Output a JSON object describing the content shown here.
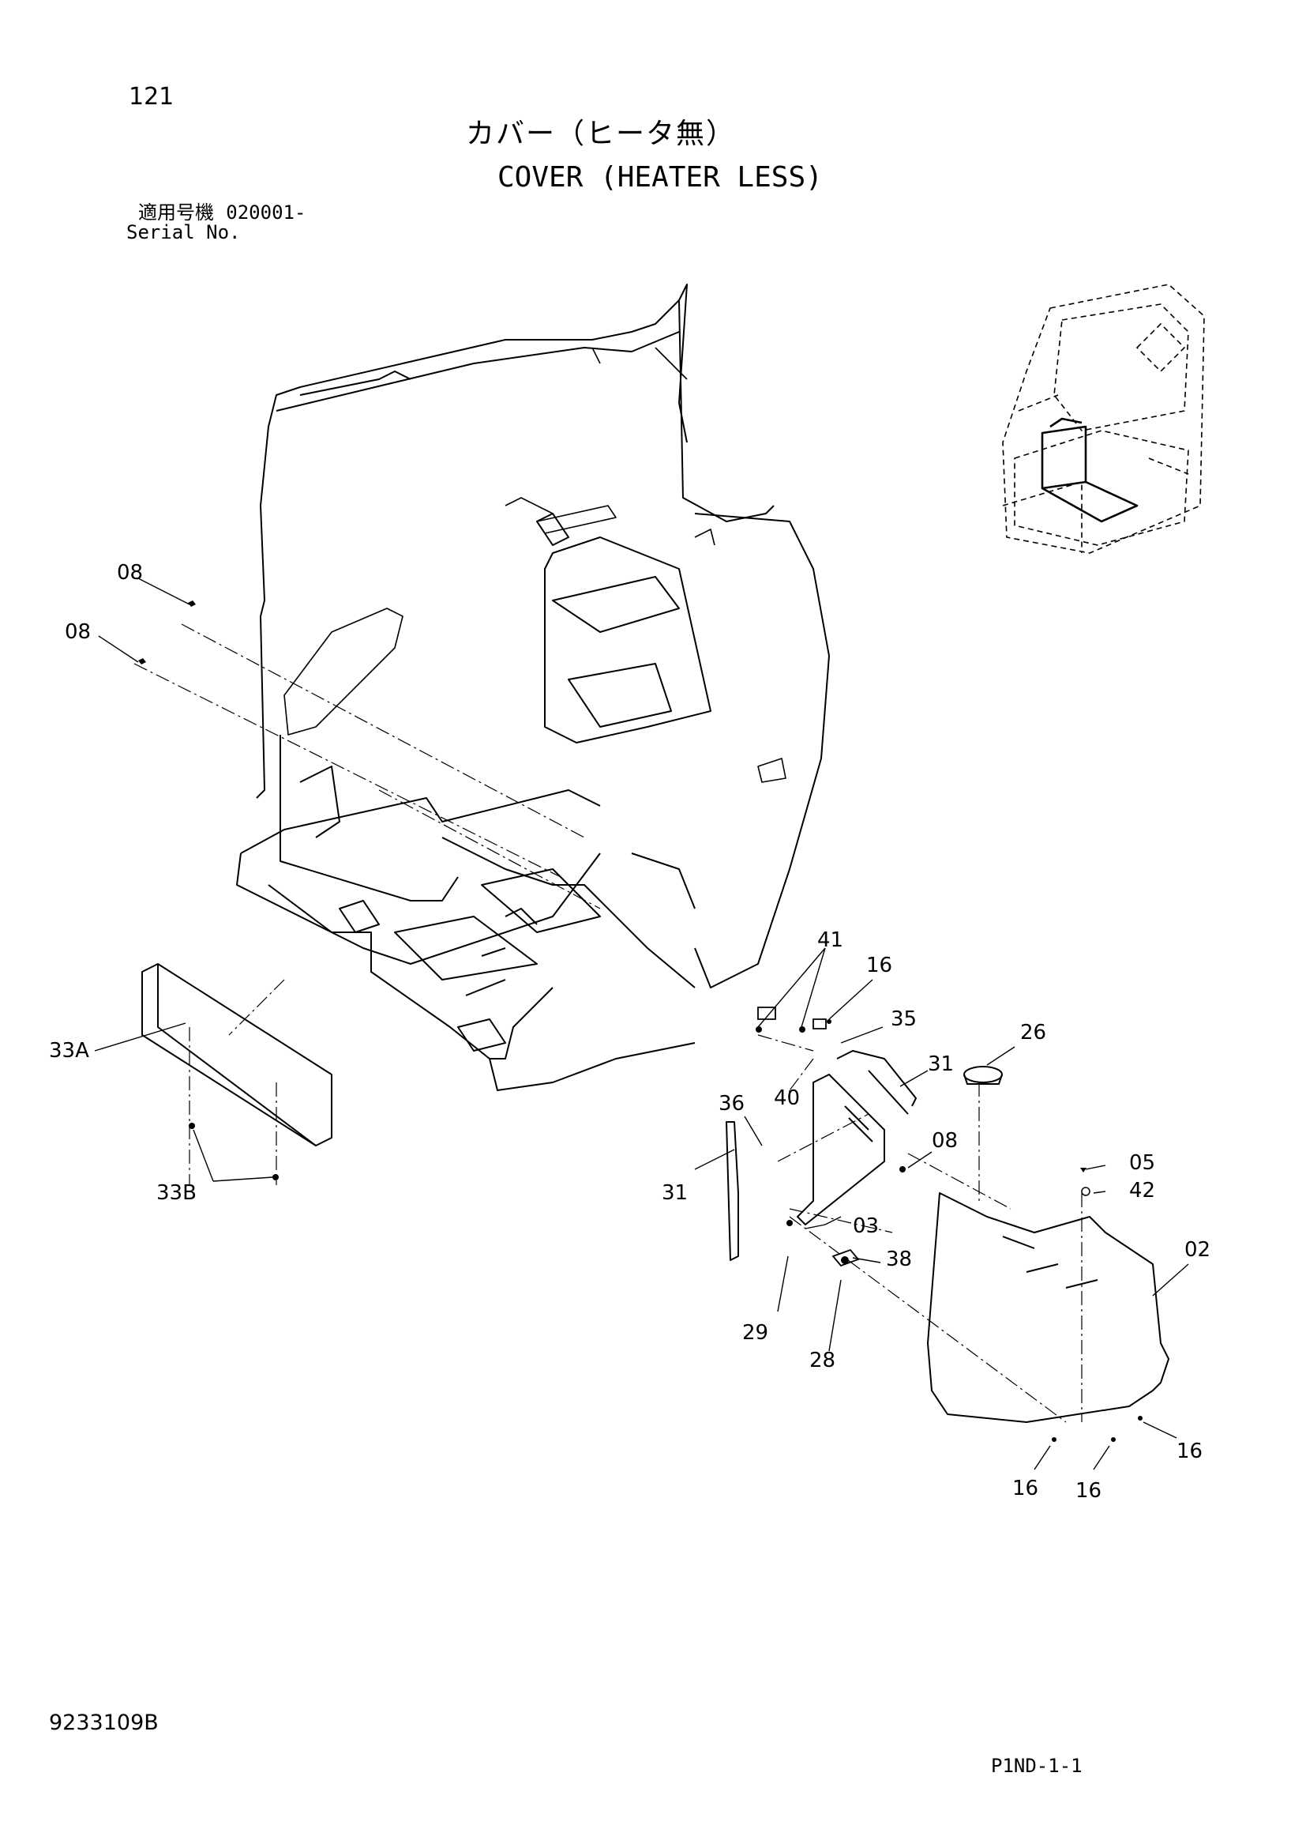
{
  "header": {
    "page_number": "121",
    "title_jp": "カバー（ヒータ無）",
    "title_en": "COVER (HEATER LESS)",
    "serial_label_jp": "適用号機",
    "serial_value": "020001-",
    "serial_label_en": "Serial No."
  },
  "footer": {
    "doc_code": "9233109B",
    "page_code": "P1ND-1-1"
  },
  "callouts": [
    "08",
    "08",
    "33A",
    "33B",
    "41",
    "16",
    "35",
    "31",
    "26",
    "36",
    "40",
    "08",
    "31",
    "05",
    "42",
    "02",
    "03",
    "38",
    "29",
    "28",
    "16",
    "16",
    "16"
  ]
}
